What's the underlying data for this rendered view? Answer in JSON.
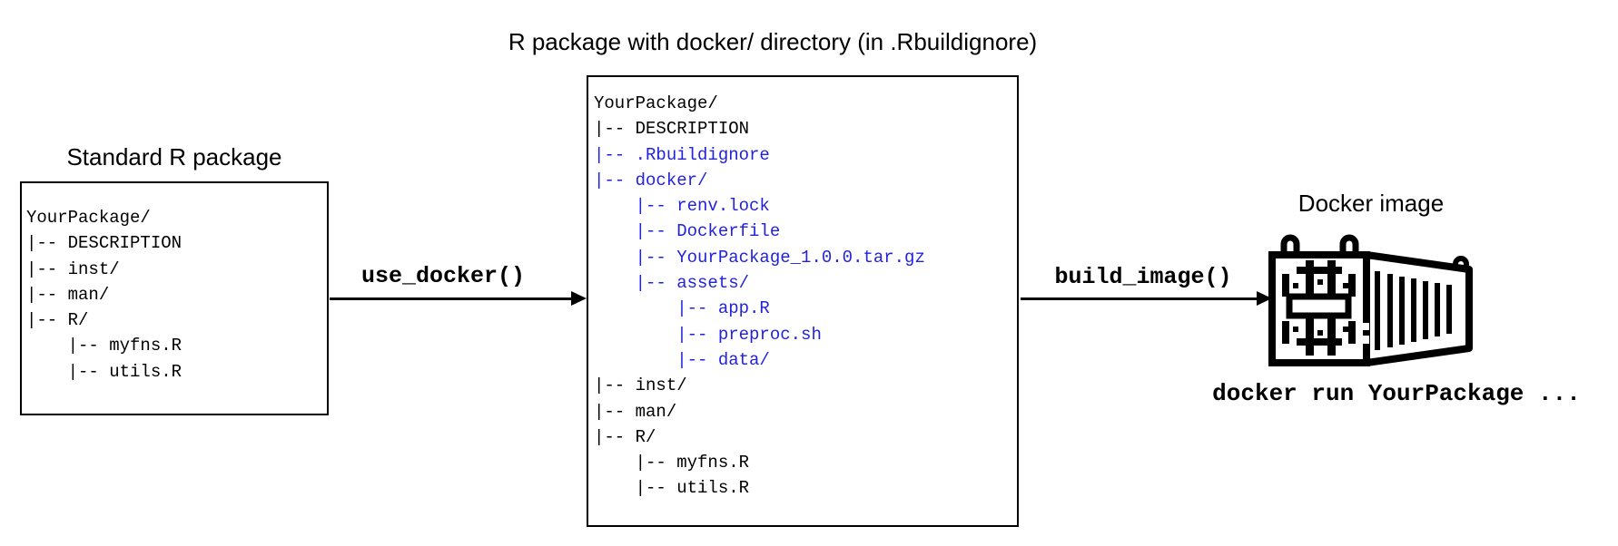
{
  "colors": {
    "background": "#ffffff",
    "text": "#000000",
    "docker_blue": "#2222dd"
  },
  "left_panel": {
    "title": "Standard R package",
    "tree": [
      {
        "text": "YourPackage/"
      },
      {
        "text": "|-- DESCRIPTION"
      },
      {
        "text": "|-- inst/"
      },
      {
        "text": "|-- man/"
      },
      {
        "text": "|-- R/"
      },
      {
        "text": "    |-- myfns.R"
      },
      {
        "text": "    |-- utils.R"
      }
    ]
  },
  "middle_panel": {
    "title": "R package with docker/ directory (in .Rbuildignore)",
    "tree": [
      {
        "text": "YourPackage/"
      },
      {
        "text": "|-- DESCRIPTION"
      },
      {
        "text": "|-- .Rbuildignore",
        "highlight": true
      },
      {
        "text": "|-- docker/",
        "highlight": true
      },
      {
        "text": "    |-- renv.lock",
        "highlight": true
      },
      {
        "text": "    |-- Dockerfile",
        "highlight": true
      },
      {
        "text": "    |-- YourPackage_1.0.0.tar.gz",
        "highlight": true
      },
      {
        "text": "    |-- assets/",
        "highlight": true
      },
      {
        "text": "        |-- app.R",
        "highlight": true
      },
      {
        "text": "        |-- preproc.sh",
        "highlight": true
      },
      {
        "text": "        |-- data/",
        "highlight": true
      },
      {
        "text": "|-- inst/"
      },
      {
        "text": "|-- man/"
      },
      {
        "text": "|-- R/"
      },
      {
        "text": "    |-- myfns.R"
      },
      {
        "text": "    |-- utils.R"
      }
    ]
  },
  "arrows": {
    "use_docker_label": "use_docker()",
    "build_image_label": "build_image()"
  },
  "docker": {
    "title": "Docker image",
    "command": "docker run YourPackage ..."
  }
}
